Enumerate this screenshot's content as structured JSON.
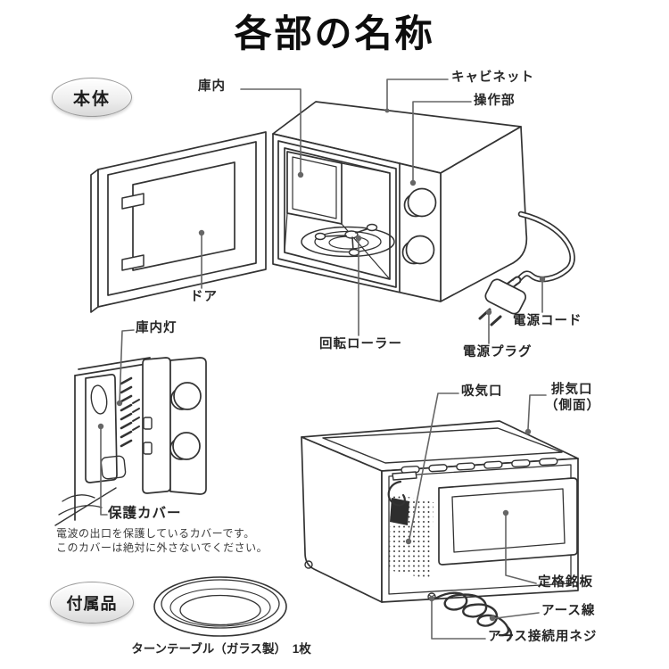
{
  "title": "各部の名称",
  "badges": {
    "main_unit": "本体",
    "accessories": "付属品"
  },
  "main_diagram": {
    "labels": {
      "cavity": "庫内",
      "cabinet": "キャビネット",
      "control_panel": "操作部",
      "door": "ドア",
      "rotating_roller": "回転ローラー",
      "power_cord": "電源コード",
      "power_plug": "電源プラグ"
    }
  },
  "lamp_diagram": {
    "labels": {
      "cavity_lamp": "庫内灯",
      "protective_cover": "保護カバー"
    },
    "note_line1": "電波の出口を保護しているカバーです。",
    "note_line2": "このカバーは絶対に外さないでください。"
  },
  "rear_diagram": {
    "labels": {
      "air_intake": "吸気口",
      "exhaust": "排気口",
      "exhaust_location": "（側面）",
      "rating_nameplate": "定格銘板",
      "earth_wire": "アース線",
      "earth_screw": "アース接続用ネジ"
    }
  },
  "accessory": {
    "turntable_caption": "ターンテーブル（ガラス製）　1枚"
  },
  "colors": {
    "background": "#ffffff",
    "line": "#333333",
    "leader": "#666666",
    "label_text": "#262626",
    "badge_fill": "#efefef",
    "badge_border": "#9a9a9a"
  }
}
